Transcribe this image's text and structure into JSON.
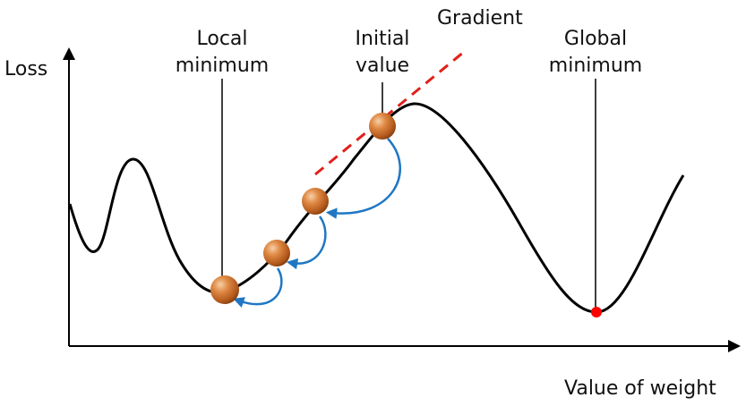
{
  "axes": {
    "y_label": "Loss",
    "x_label": "Value of weight"
  },
  "annotations": {
    "local_minimum": [
      "Local",
      "minimum"
    ],
    "initial_value": [
      "Initial",
      "value"
    ],
    "gradient": "Gradient",
    "global_minimum": [
      "Global",
      "minimum"
    ]
  },
  "colors": {
    "curve": "#000000",
    "gradient_line": "#e0201b",
    "step_arrows": "#1f77c4",
    "ball": "#c8651f",
    "global_min_marker": "#ff0000"
  }
}
